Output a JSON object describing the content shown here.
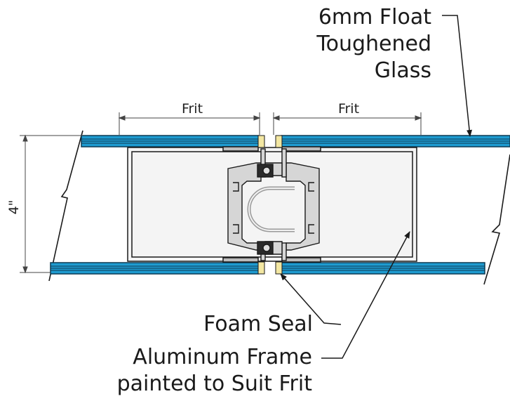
{
  "callouts": {
    "glass": [
      "6mm Float",
      "Toughened",
      "Glass"
    ],
    "seal": "Foam Seal",
    "frame": [
      "Aluminum Frame",
      "painted to Suit Frit"
    ]
  },
  "dimensions": {
    "frit_left": "Frit",
    "frit_right": "Frit",
    "height": "4\""
  },
  "colors": {
    "glass_fill": "#1e9bd0",
    "glass_edge": "#0d3a52",
    "frame_fill": "#d6d6d6",
    "seal_fill": "#f3e7a2",
    "line": "#1a1a1a"
  }
}
